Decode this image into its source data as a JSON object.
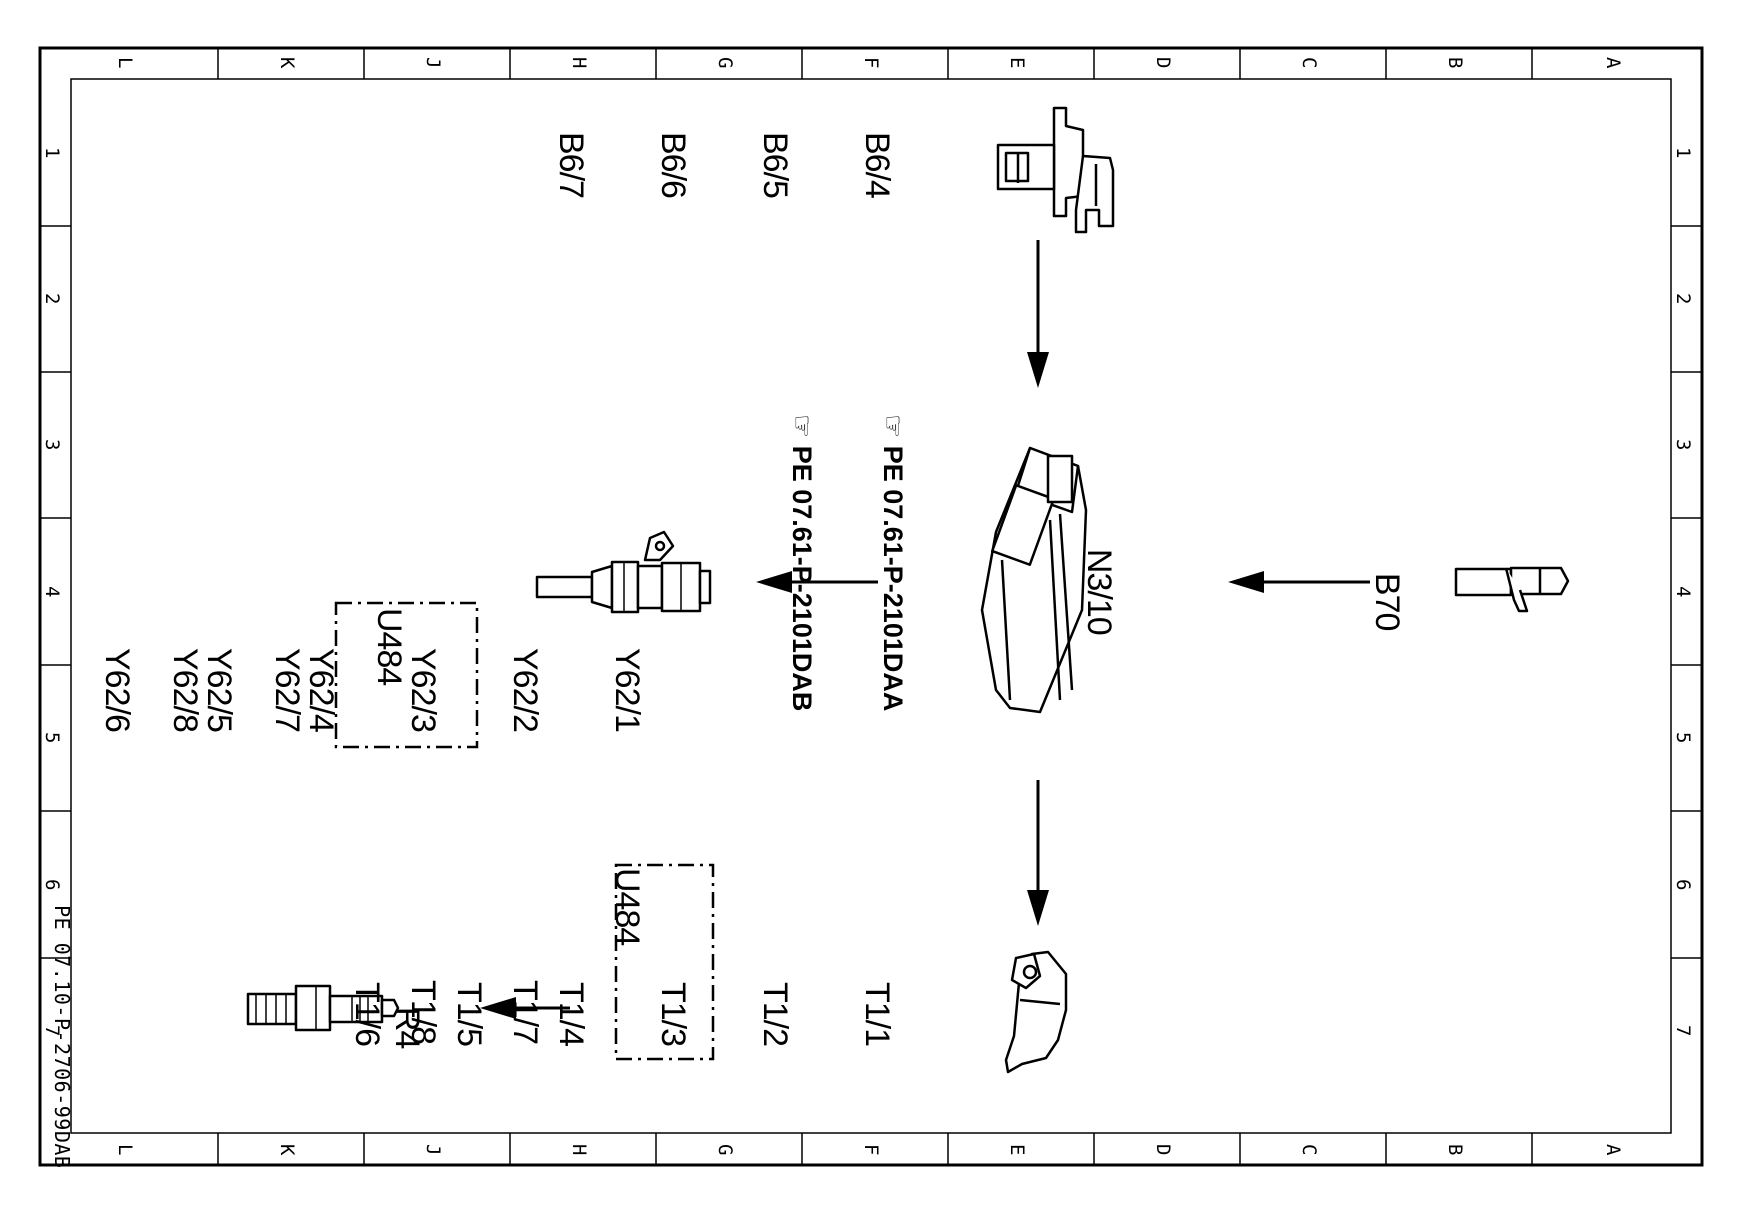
{
  "frame": {
    "columns": [
      "L",
      "K",
      "J",
      "H",
      "G",
      "F",
      "E",
      "D",
      "C",
      "B",
      "A"
    ],
    "rows": [
      "1",
      "2",
      "3",
      "4",
      "5",
      "6",
      "7"
    ]
  },
  "document_id": "PE 07.10-P-2706-99DAB",
  "components": {
    "camshaft_sensors": [
      "B6/4",
      "B6/5",
      "B6/6",
      "B6/7"
    ],
    "crankshaft_sensor": "B70",
    "control_unit": "N3/10",
    "control_unit_refs": [
      "PE 07.61-P-2101DAA",
      "PE 07.61-P-2101DAB"
    ],
    "injectors": [
      "Y62/1",
      "Y62/2",
      "Y62/3",
      "Y62/4",
      "Y62/5",
      "Y62/6"
    ],
    "injectors_u484": {
      "code": "U484",
      "items": [
        "Y62/7",
        "Y62/8"
      ]
    },
    "ignition_coils": [
      "T1/1",
      "T1/2",
      "T1/3",
      "T1/4",
      "T1/5",
      "T1/6"
    ],
    "coils_u484": {
      "code": "U484",
      "items": [
        "T1/7",
        "T1/8"
      ]
    },
    "spark_plug": "R4"
  },
  "icons": [
    "ref-hand-icon",
    "camshaft-sensor-icon",
    "crankshaft-sensor-icon",
    "ecu-icon",
    "injector-icon",
    "ignition-coil-icon",
    "spark-plug-icon"
  ]
}
